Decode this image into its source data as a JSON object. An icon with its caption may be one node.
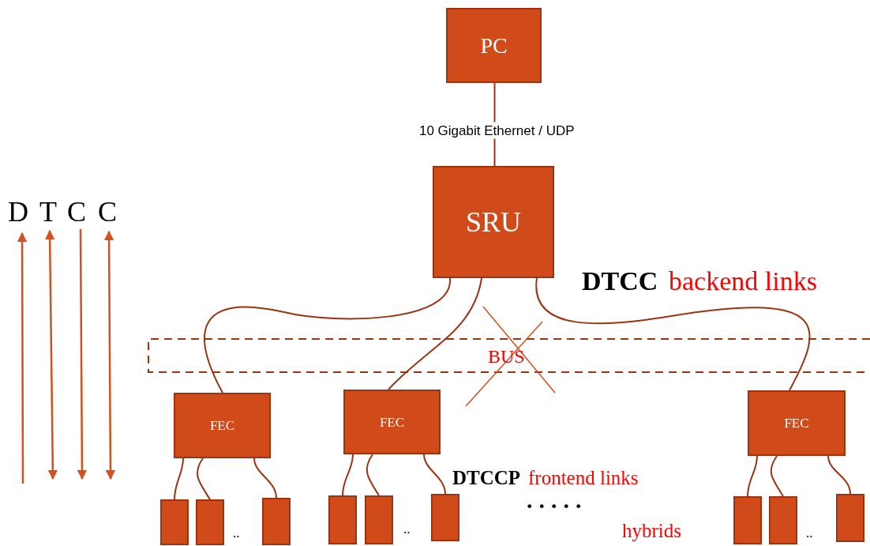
{
  "diagram": {
    "nodes": [
      {
        "text": [
          "PC"
        ]
      },
      {
        "text": [
          "SRU"
        ]
      },
      {
        "text": [
          "FEC"
        ]
      },
      {
        "text": [
          "FEC"
        ]
      },
      {
        "text": [
          "FEC"
        ]
      },
      {
        "text": [],
        "shape": "box"
      },
      {
        "text": [],
        "shape": "box"
      },
      {
        "text": [],
        "shape": "box"
      },
      {
        "text": [],
        "shape": "box"
      },
      {
        "text": [],
        "shape": "box"
      },
      {
        "text": [],
        "shape": "box"
      },
      {
        "text": [],
        "shape": "box"
      },
      {
        "text": [],
        "shape": "box"
      },
      {
        "text": [],
        "shape": "box"
      }
    ],
    "edges": [
      {
        "from": 0,
        "to": 1,
        "arrow": "none",
        "label": "10 Gigabit Ethernet / UDP"
      },
      {
        "from": 1,
        "to": 2,
        "arrow": "none"
      },
      {
        "from": 1,
        "to": 3,
        "arrow": "none"
      },
      {
        "from": 1,
        "to": 4,
        "arrow": "none"
      },
      {
        "from": 2,
        "to": 5,
        "arrow": "none"
      },
      {
        "from": 2,
        "to": 6,
        "arrow": "none"
      },
      {
        "from": 2,
        "to": 7,
        "arrow": "none"
      },
      {
        "from": 3,
        "to": 8,
        "arrow": "none"
      },
      {
        "from": 3,
        "to": 9,
        "arrow": "none"
      },
      {
        "from": 3,
        "to": 10,
        "arrow": "none"
      },
      {
        "from": 4,
        "to": 11,
        "arrow": "none"
      },
      {
        "from": 4,
        "to": 12,
        "arrow": "none"
      },
      {
        "from": 4,
        "to": 13,
        "arrow": "none"
      }
    ],
    "labels": [
      "D",
      "T",
      "C",
      "C",
      "DTCC",
      "backend links",
      "BUS",
      "DTCCP",
      "frontend links",
      ".....",
      "hybrids",
      "..",
      "..",
      ".."
    ]
  }
}
